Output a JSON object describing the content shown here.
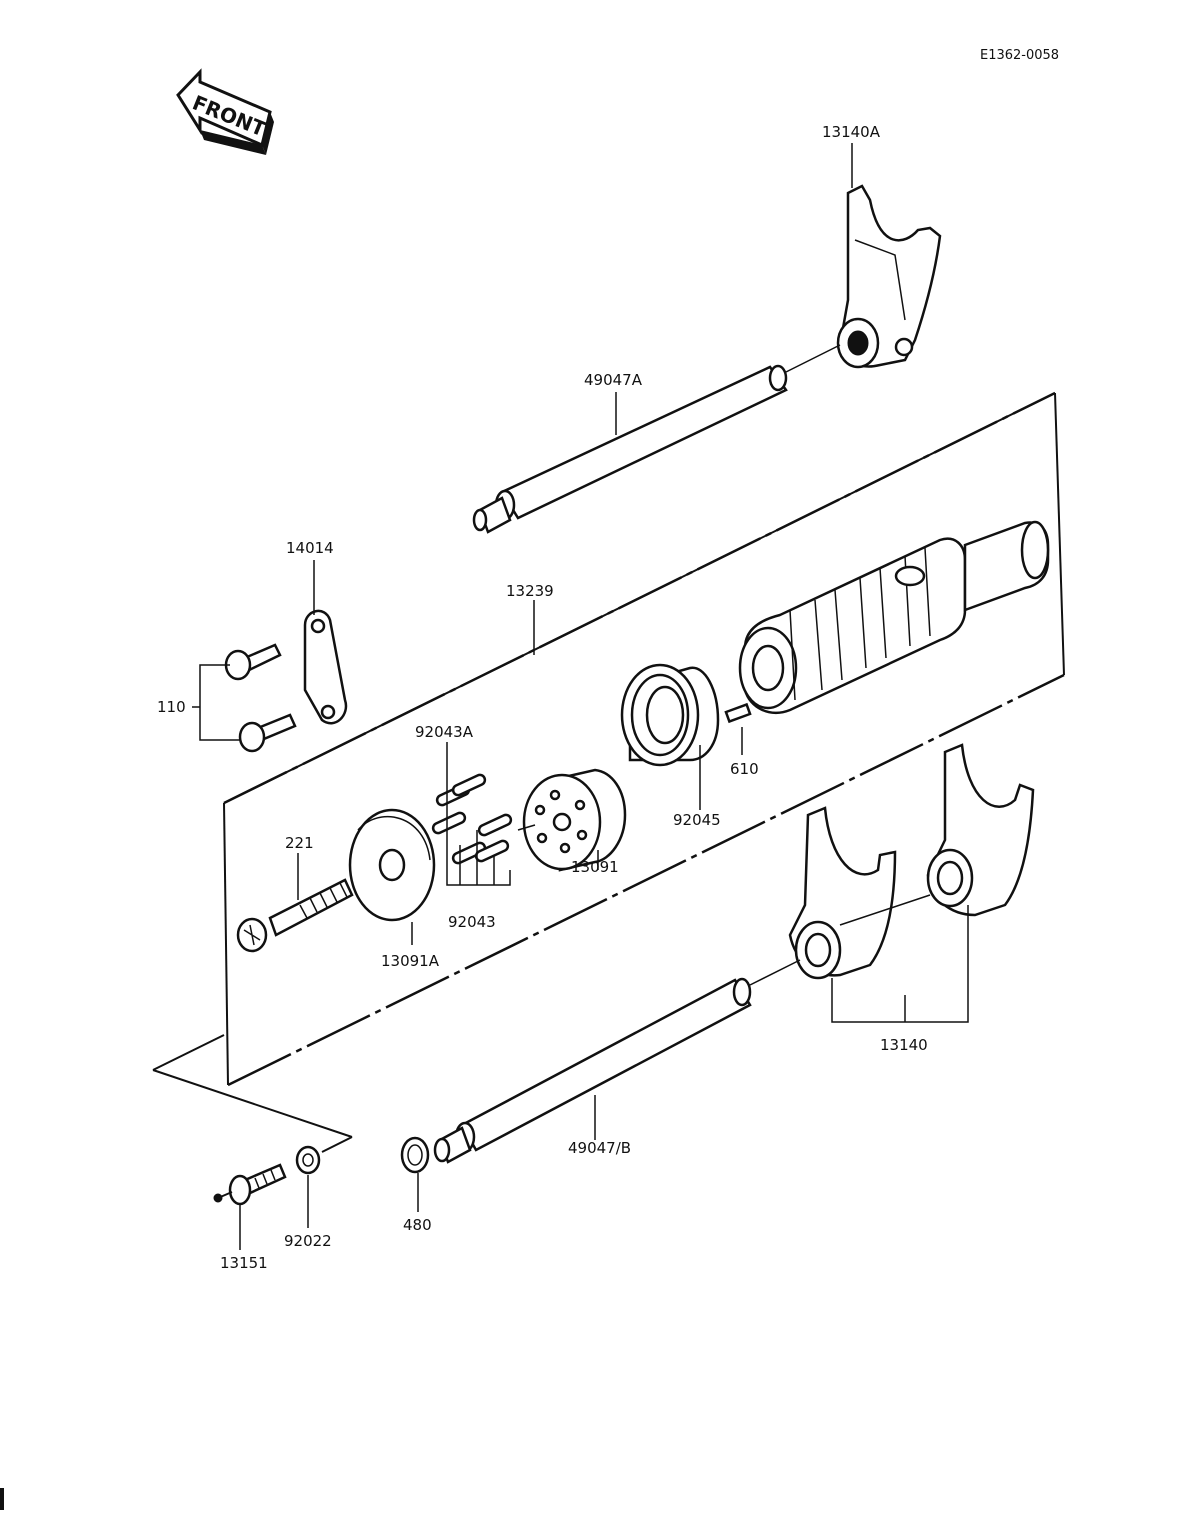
{
  "diagram_code": "E1362-0058",
  "front_badge": "FRONT",
  "labels": {
    "fork_a": "13140A",
    "shaft_a": "49047A",
    "plate": "14014",
    "drum_assy": "13239",
    "bolts": "110",
    "pin_a": "92043A",
    "pin_610": "610",
    "bearing": "92045",
    "screw": "221",
    "drum_cap": "13091",
    "pins": "92043",
    "cam_plate": "13091A",
    "forks": "13140",
    "shaft_b": "49047/B",
    "switch": "13151",
    "washer": "92022",
    "circlip": "480"
  }
}
